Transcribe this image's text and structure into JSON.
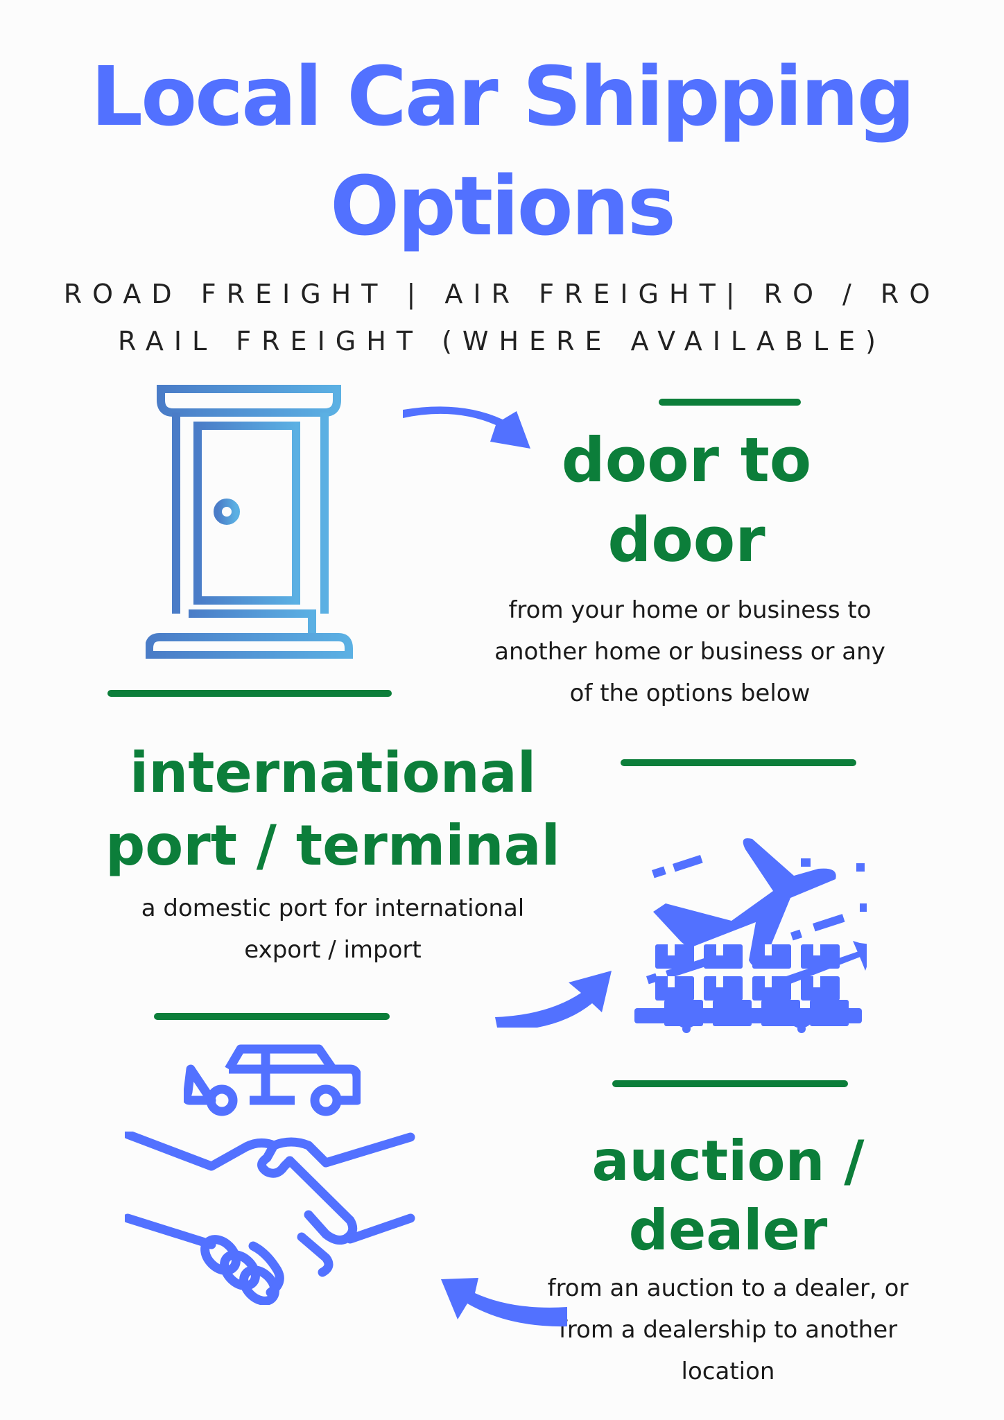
{
  "header": {
    "title_line1": "Local Car Shipping",
    "title_line2": "Options",
    "subtitle_line1": "ROAD FREIGHT | AIR FREIGHT| RO / RO",
    "subtitle_line2": "RAIL FREIGHT (WHERE AVAILABLE)"
  },
  "colors": {
    "accent_blue": "#5271ff",
    "heading_green": "#0c7e3a",
    "door_gradient_start": "#4a7cc7",
    "door_gradient_end": "#5bb0e3",
    "background": "#fcfcfc",
    "text": "#1a1a1a"
  },
  "sections": [
    {
      "id": "door-to-door",
      "heading_line1": "door to",
      "heading_line2": "door",
      "description_lines": [
        "from your home or business to",
        "another home or business or any",
        "of the options below"
      ],
      "icon": "door-icon"
    },
    {
      "id": "international-port",
      "heading_line1": "international",
      "heading_line2": "port / terminal",
      "description_lines": [
        "a domestic port for international",
        "export / import"
      ],
      "icon": "airplane-cargo-icon"
    },
    {
      "id": "auction-dealer",
      "heading_line1": "auction /",
      "heading_line2": "dealer",
      "description_lines": [
        "from an auction to a dealer, or",
        "from a dealership to another",
        "location"
      ],
      "icon": "car-handshake-icon"
    }
  ]
}
